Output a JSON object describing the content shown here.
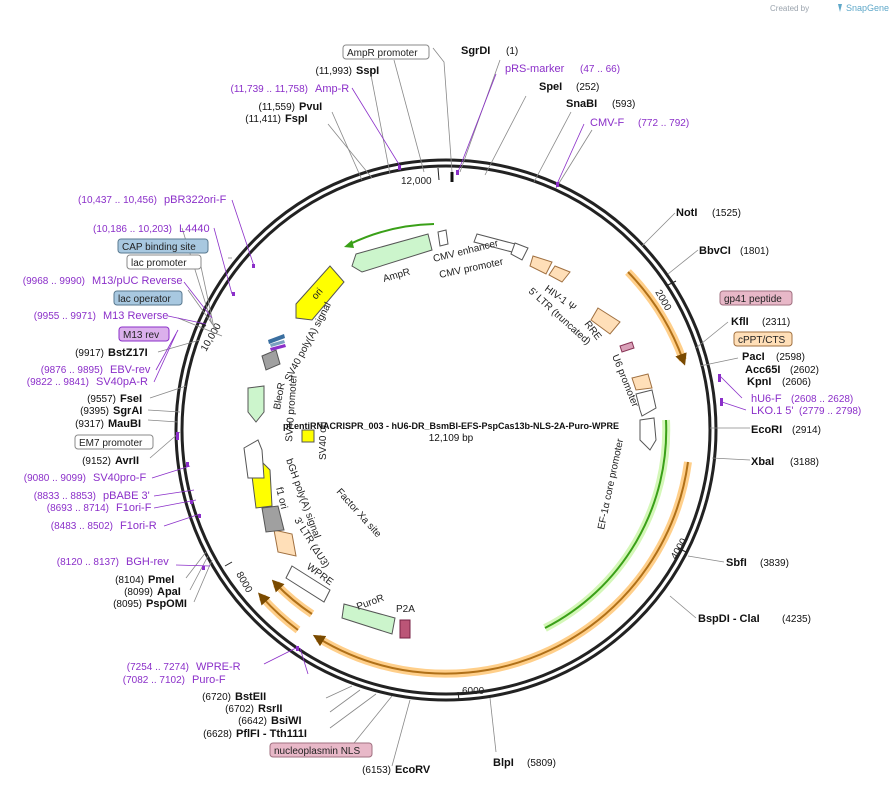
{
  "header": {
    "created_by": "Created by",
    "brand": "SnapGene"
  },
  "plasmid": {
    "name": "pLentiRNACRISPR_003 - hU6-DR_BsmBI-EFS-PspCas13b-NLS-2A-Puro-WPRE",
    "size_label": "12,109 bp",
    "length": 12109
  },
  "ticks": [
    "12,000",
    "2000",
    "4000",
    "6000",
    "8000",
    "10,000"
  ],
  "sites": [
    {
      "name": "SgrDI",
      "pos": "(1)"
    },
    {
      "name": "SpeI",
      "pos": "(252)"
    },
    {
      "name": "SnaBI",
      "pos": "(593)"
    },
    {
      "name": "NotI",
      "pos": "(1525)"
    },
    {
      "name": "BbvCI",
      "pos": "(1801)"
    },
    {
      "name": "KflI",
      "pos": "(2311)"
    },
    {
      "name": "PacI",
      "pos": "(2598)"
    },
    {
      "name": "Acc65I",
      "pos": "(2602)"
    },
    {
      "name": "KpnI",
      "pos": "(2606)"
    },
    {
      "name": "EcoRI",
      "pos": "(2914)"
    },
    {
      "name": "XbaI",
      "pos": "(3188)"
    },
    {
      "name": "SbfI",
      "pos": "(3839)"
    },
    {
      "name": "BspDI - ClaI",
      "pos": "(4235)"
    },
    {
      "name": "BlpI",
      "pos": "(5809)"
    },
    {
      "name": "EcoRV",
      "pos": "(6153)"
    },
    {
      "name": "PflFI - Tth111I",
      "pos": "(6628)"
    },
    {
      "name": "BsiWI",
      "pos": "(6642)"
    },
    {
      "name": "RsrII",
      "pos": "(6702)"
    },
    {
      "name": "BstEII",
      "pos": "(6720)"
    },
    {
      "name": "PspOMI",
      "pos": "(8095)"
    },
    {
      "name": "ApaI",
      "pos": "(8099)"
    },
    {
      "name": "PmeI",
      "pos": "(8104)"
    },
    {
      "name": "AvrII",
      "pos": "(9152)"
    },
    {
      "name": "MauBI",
      "pos": "(9317)"
    },
    {
      "name": "SgrAI",
      "pos": "(9395)"
    },
    {
      "name": "FseI",
      "pos": "(9557)"
    },
    {
      "name": "BstZ17I",
      "pos": "(9917)"
    },
    {
      "name": "FspI",
      "pos": "(11,411)"
    },
    {
      "name": "PvuI",
      "pos": "(11,559)"
    },
    {
      "name": "SspI",
      "pos": "(11,993)"
    }
  ],
  "primers": [
    {
      "name": "pRS-marker",
      "range": "(47 .. 66)"
    },
    {
      "name": "CMV-F",
      "range": "(772 .. 792)"
    },
    {
      "name": "hU6-F",
      "range": "(2608 .. 2628)"
    },
    {
      "name": "LKO.1 5'",
      "range": "(2779 .. 2798)"
    },
    {
      "name": "Puro-F",
      "range": "(7082 .. 7102)"
    },
    {
      "name": "WPRE-R",
      "range": "(7254 .. 7274)"
    },
    {
      "name": "BGH-rev",
      "range": "(8120 .. 8137)"
    },
    {
      "name": "F1ori-R",
      "range": "(8483 .. 8502)"
    },
    {
      "name": "F1ori-F",
      "range": "(8693 .. 8714)"
    },
    {
      "name": "pBABE 3'",
      "range": "(8833 .. 8853)"
    },
    {
      "name": "SV40pro-F",
      "range": "(9080 .. 9099)"
    },
    {
      "name": "SV40pA-R",
      "range": "(9822 .. 9841)"
    },
    {
      "name": "EBV-rev",
      "range": "(9876 .. 9895)"
    },
    {
      "name": "M13 Reverse",
      "range": "(9955 .. 9971)"
    },
    {
      "name": "M13/pUC Reverse",
      "range": "(9968 .. 9990)"
    },
    {
      "name": "L4440",
      "range": "(10,186 .. 10,203)"
    },
    {
      "name": "pBR322ori-F",
      "range": "(10,437 .. 10,456)"
    },
    {
      "name": "Amp-R",
      "range": "(11,739 .. 11,758)"
    }
  ],
  "boxed": [
    {
      "name": "AmpR promoter"
    },
    {
      "name": "gp41 peptide"
    },
    {
      "name": "cPPT/CTS"
    },
    {
      "name": "nucleoplasmin NLS"
    },
    {
      "name": "EM7 promoter"
    },
    {
      "name": "M13 rev"
    },
    {
      "name": "lac operator"
    },
    {
      "name": "lac promoter"
    },
    {
      "name": "CAP binding site"
    }
  ],
  "features": [
    "CMV enhancer",
    "CMV promoter",
    "HIV-1 Ψ",
    "5' LTR (truncated)",
    "RRE",
    "U6 promoter",
    "EF-1α core promoter",
    "Factor Xa site",
    "P2A",
    "PuroR",
    "WPRE",
    "3' LTR (ΔU3)",
    "bGH poly(A) signal",
    "f1 ori",
    "SV40 ori",
    "SV40 promoter",
    "BleoR",
    "SV40 poly(A) signal",
    "ori",
    "AmpR"
  ],
  "colors": {
    "primer": "#8b2fc9",
    "backbone": "#222222",
    "orf": "#ccf5cc",
    "promoter": "#ffffff",
    "ori": "#ffff00",
    "ltr": "#ffdfb8",
    "terminator": "#a0a0a0",
    "bigarc": "#ffb347"
  }
}
